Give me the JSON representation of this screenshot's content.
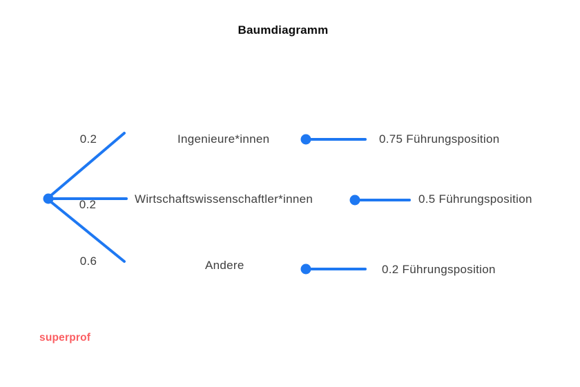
{
  "title": "Baumdiagramm",
  "colors": {
    "line": "#1e78f2",
    "text": "#3e3e3e",
    "logo": "#fb5e62",
    "title_color": "#0c0c0c"
  },
  "chart_data": {
    "type": "tree",
    "title": "Baumdiagramm",
    "branches": [
      {
        "probability": "0.2",
        "category": "Ingenieure*innen",
        "outcome": "0.75 Führungsposition"
      },
      {
        "probability": "0.2",
        "category": "Wirtschaftswissenschaftler*innen",
        "outcome": "0.5 Führungsposition"
      },
      {
        "probability": "0.6",
        "category": "Andere",
        "outcome": "0.2 Führungsposition"
      }
    ]
  },
  "tree": {
    "branches": [
      {
        "probability": "0.2",
        "category": "Ingenieure*innen",
        "outcome": "0.75 Führungsposition"
      },
      {
        "probability": "0.2",
        "category": "Wirtschaftswissenschaftler*innen",
        "outcome": "0.5 Führungsposition"
      },
      {
        "probability": "0.6",
        "category": "Andere",
        "outcome": "0.2 Führungsposition"
      }
    ]
  },
  "branding": {
    "logo_text": "superprof"
  }
}
